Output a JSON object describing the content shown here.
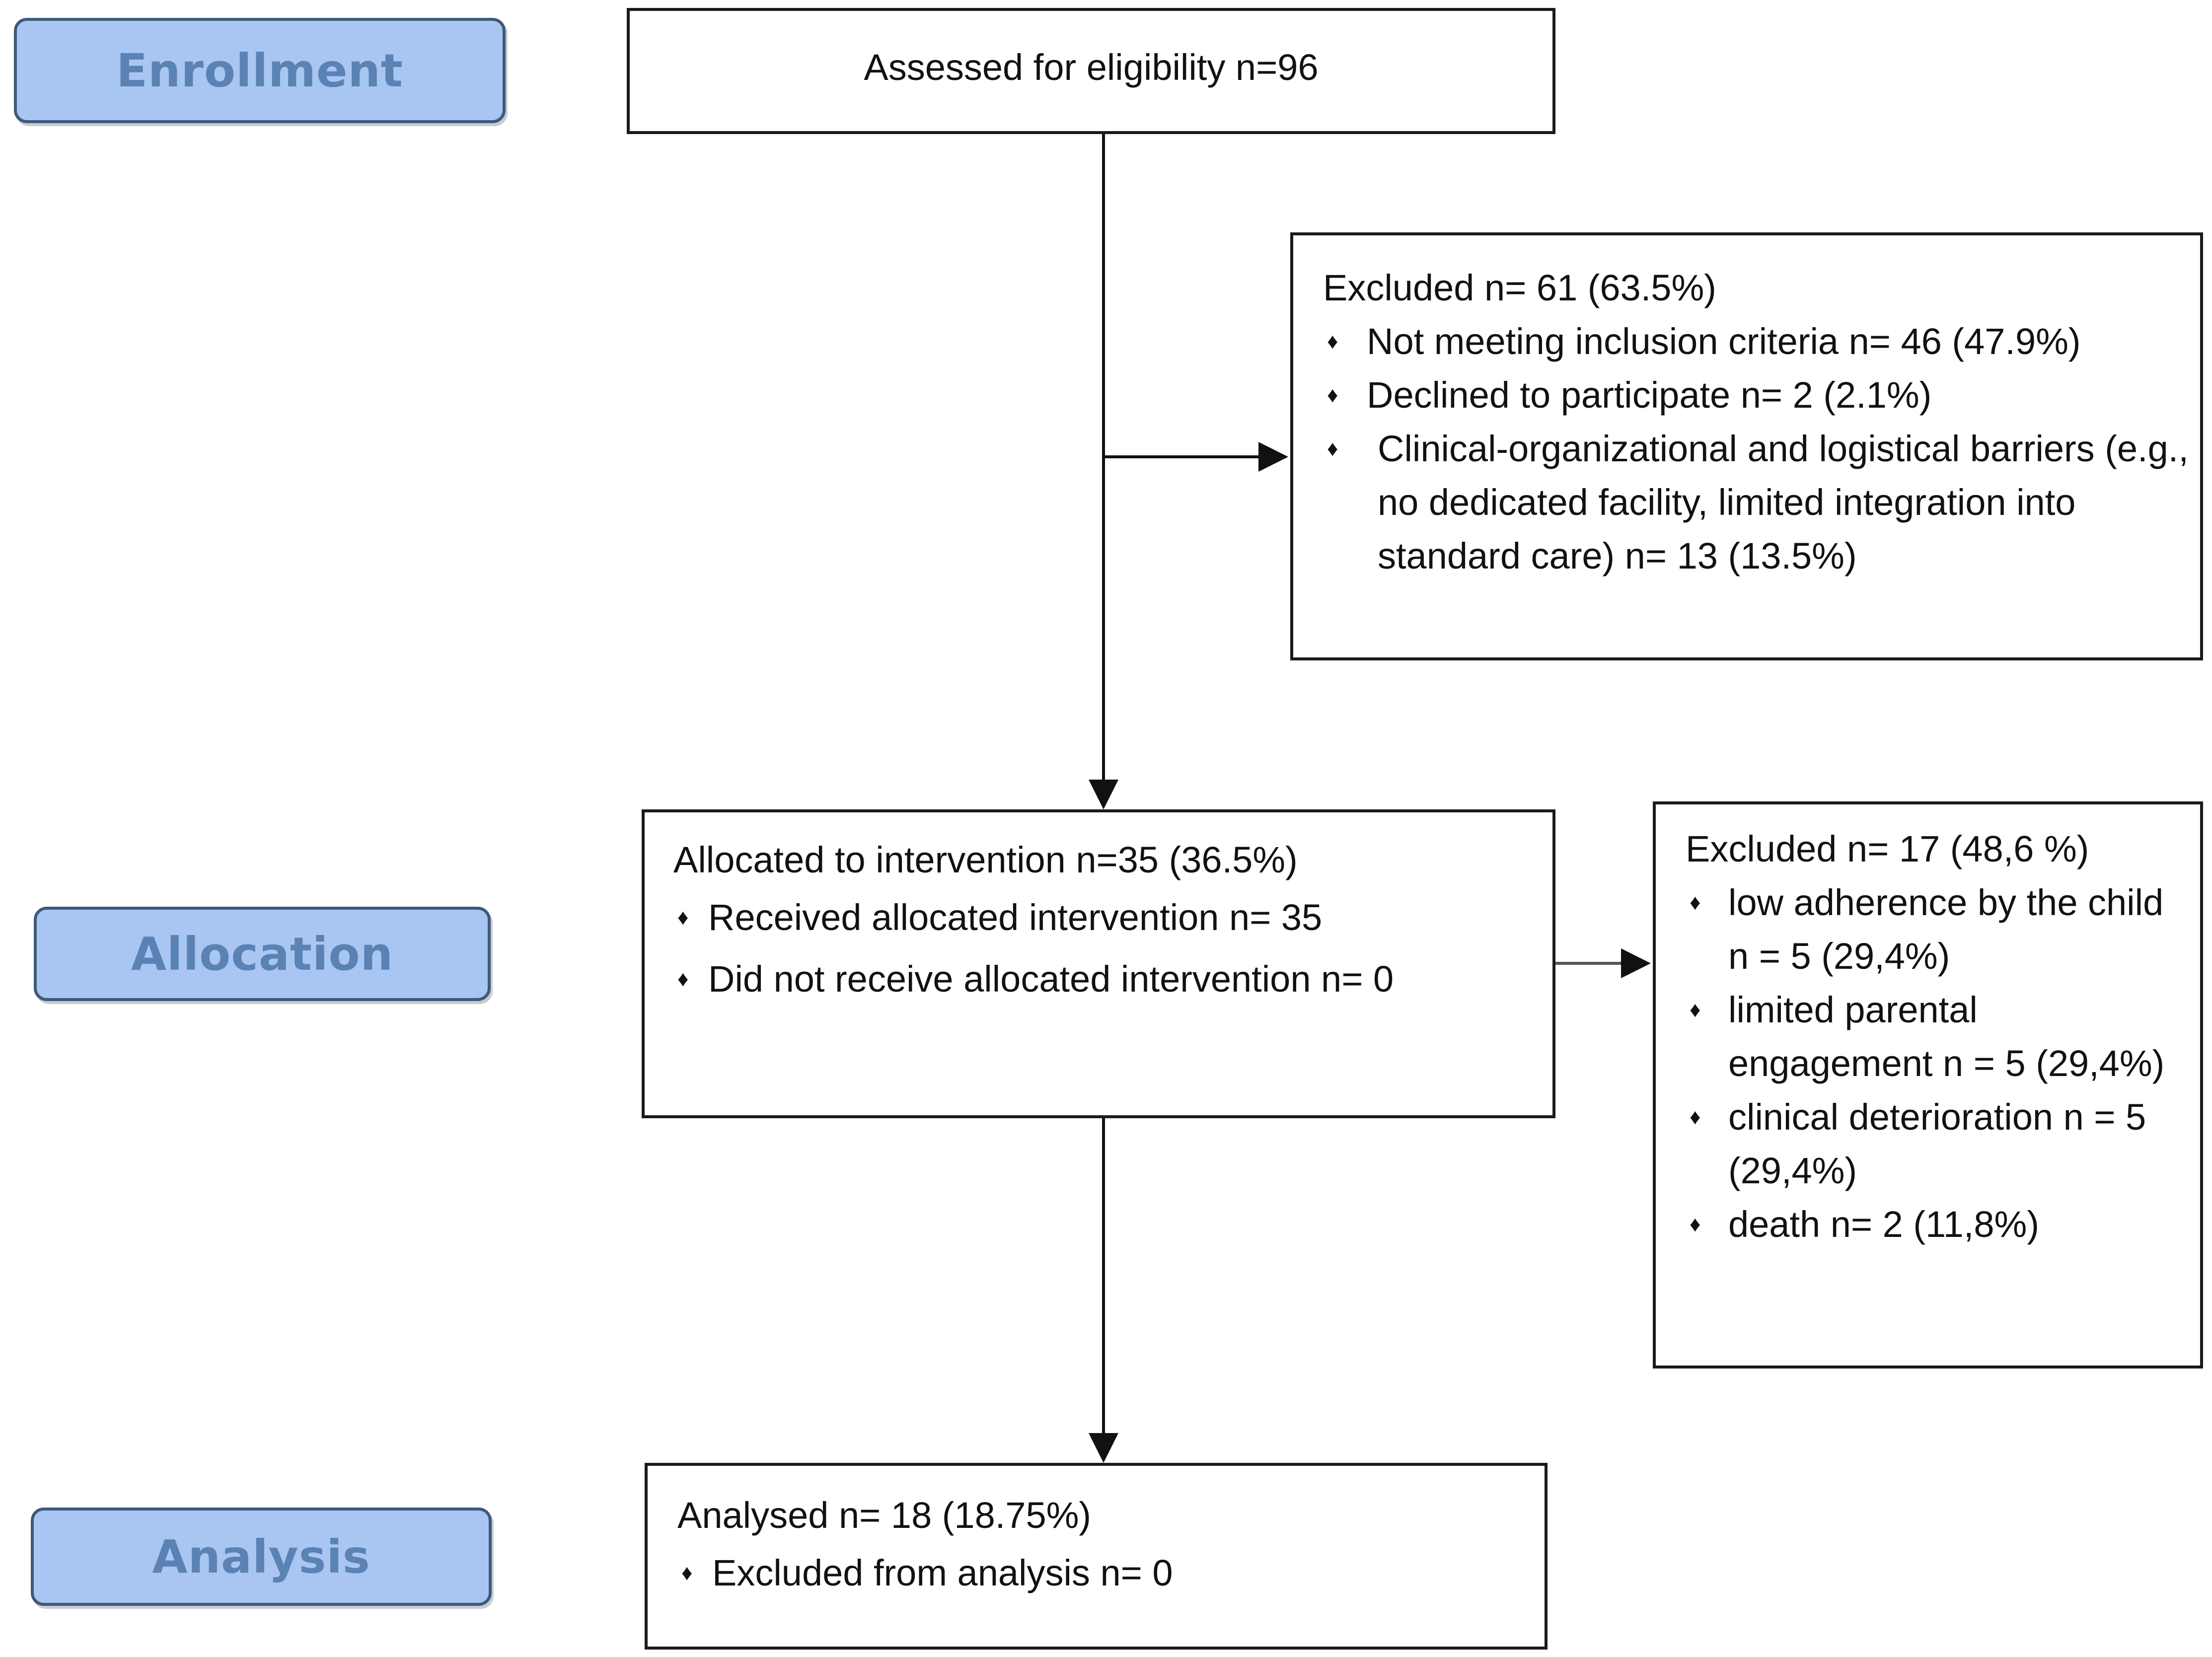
{
  "stages": {
    "enrollment": "Enrollment",
    "allocation": "Allocation",
    "analysis": "Analysis"
  },
  "assessed": {
    "text": "Assessed for eligibility n=96"
  },
  "excluded_enrollment": {
    "title": "Excluded n= 61 (63.5%)",
    "items": [
      "Not meeting inclusion criteria n= 46 (47.9%)",
      "Declined to participate n= 2 (2.1%)",
      "Clinical-organizational and logistical barriers (e.g., no dedicated facility, limited integration into standard care) n= 13 (13.5%)"
    ]
  },
  "allocated": {
    "title": "Allocated to intervention n=35 (36.5%)",
    "items": [
      "Received allocated intervention n= 35",
      "Did not receive allocated intervention n= 0"
    ]
  },
  "excluded_allocation": {
    "title": "Excluded n= 17 (48,6 %)",
    "items": [
      "low adherence by the child n = 5 (29,4%)",
      "limited parental engagement n = 5 (29,4%)",
      "clinical deterioration n = 5 (29,4%)",
      "death n= 2 (11,8%)"
    ]
  },
  "analysed": {
    "title": "Analysed n= 18 (18.75%)",
    "items": [
      "Excluded from analysis n= 0"
    ]
  },
  "bullet_glyph": "♦"
}
